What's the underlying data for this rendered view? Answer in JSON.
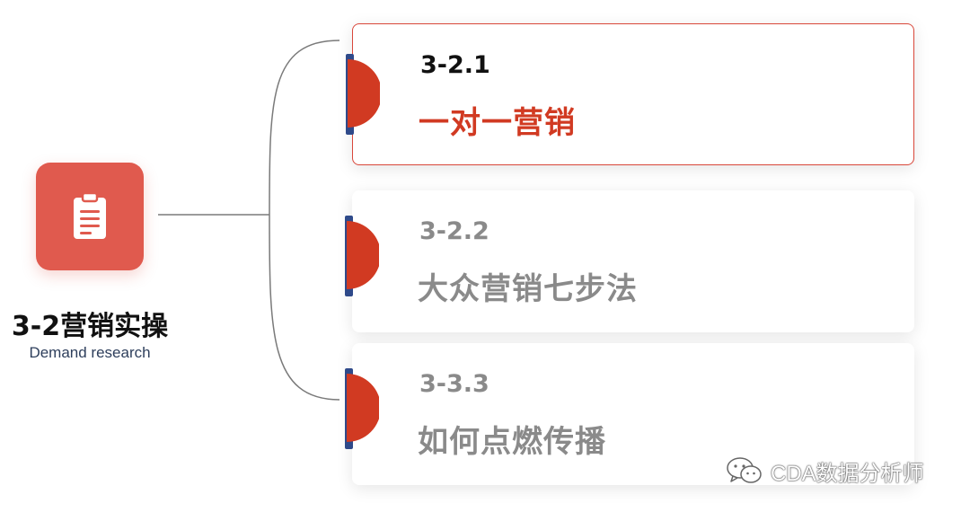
{
  "hub": {
    "icon": "clipboard-icon",
    "title": "3-2营销实操",
    "subtitle": "Demand research"
  },
  "items": [
    {
      "number": "3-2.1",
      "title": "一对一营销",
      "active": true
    },
    {
      "number": "3-2.2",
      "title": "大众营销七步法",
      "active": false
    },
    {
      "number": "3-3.3",
      "title": "如何点燃传播",
      "active": false
    }
  ],
  "watermark": {
    "icon": "wechat-icon",
    "text": "CDA数据分析师"
  },
  "colors": {
    "accent": "#d13a22",
    "hub_box": "#e05a4e",
    "marker_edge": "#2f4a8a",
    "inactive_text": "#8a8a8a"
  }
}
